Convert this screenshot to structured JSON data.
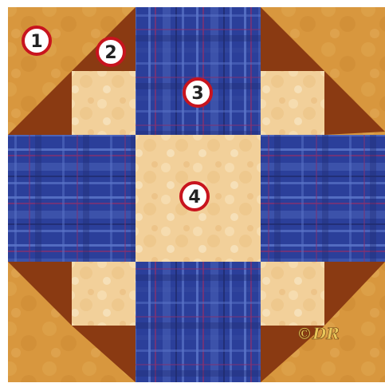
{
  "quilt_block": {
    "labels": [
      {
        "id": "1",
        "label": "1",
        "part": "background-corner"
      },
      {
        "id": "2",
        "label": "2",
        "part": "half-square-triangle"
      },
      {
        "id": "3",
        "label": "3",
        "part": "plaid-rectangle"
      },
      {
        "id": "4",
        "label": "4",
        "part": "center-square"
      }
    ],
    "signature": "©DR",
    "fabrics": {
      "background": "#d8973e",
      "triangle": "#8a3a12",
      "light": "#f2d09a",
      "plaid": "#2b3f9a",
      "plaid_stripe_light": "#5a74c8",
      "plaid_stripe_dark": "#1f2b6e",
      "plaid_stripe_accent": "#8a2f6c",
      "badge_ring": "#c8141e",
      "badge_fill": "#ffffff"
    }
  }
}
